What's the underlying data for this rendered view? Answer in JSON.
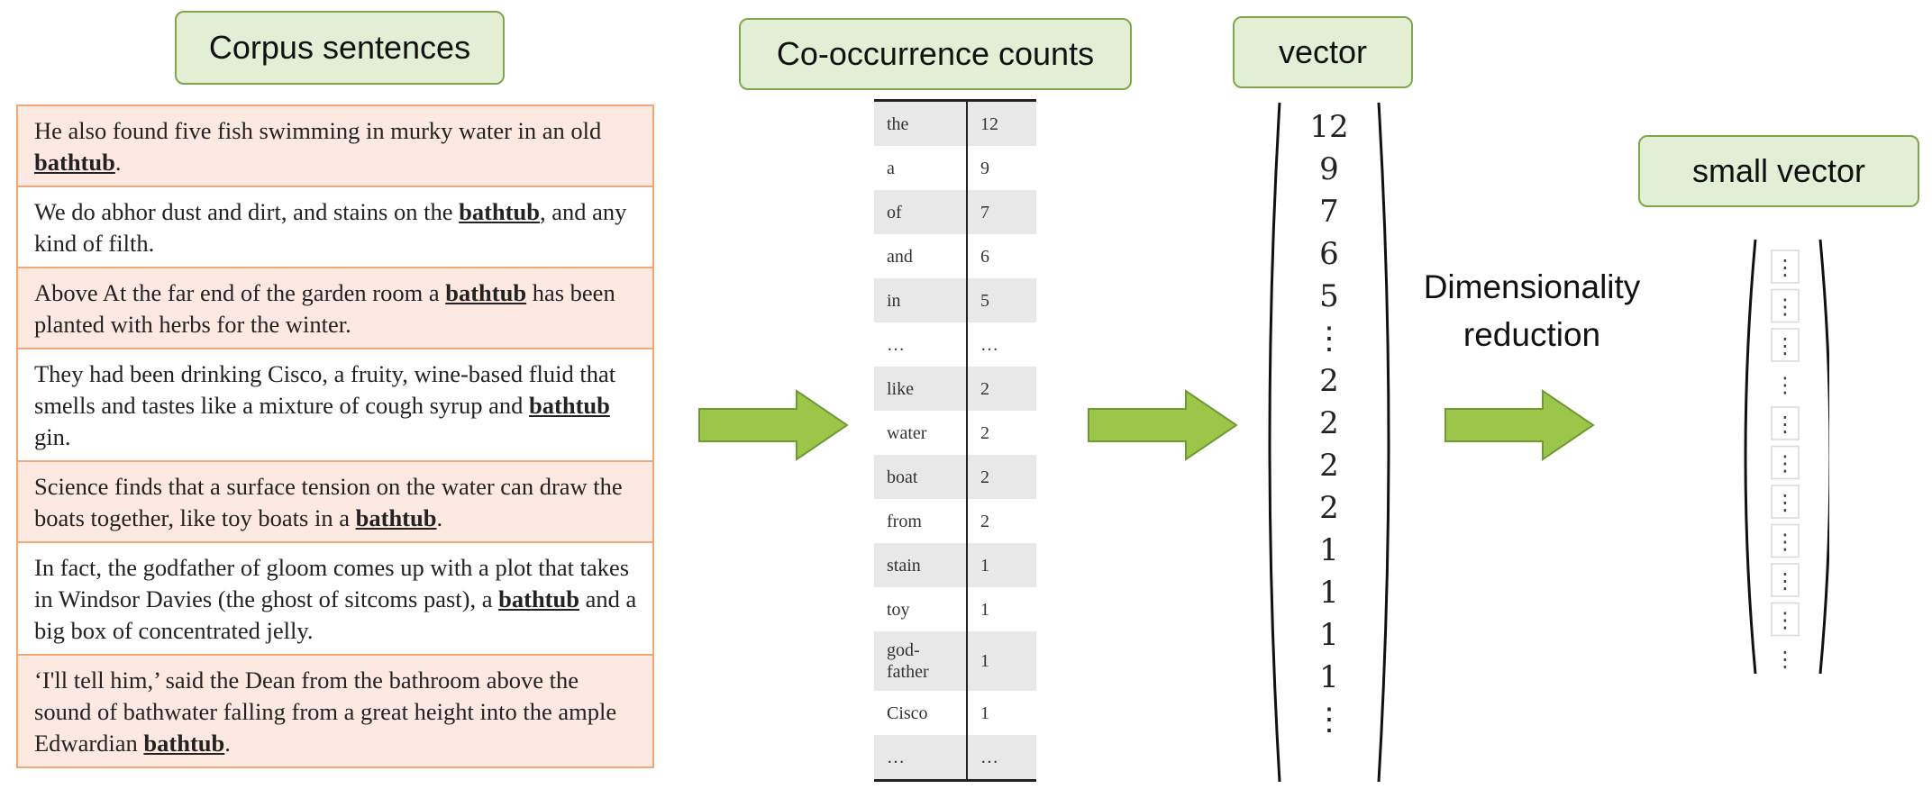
{
  "labels": {
    "corpus": "Corpus sentences",
    "cooc": "Co-occurrence counts",
    "vector": "vector",
    "small": "small vector"
  },
  "sentences": [
    {
      "before": "He also found five fish swimming in murky water in an old ",
      "keyword": "bathtub",
      "after": "."
    },
    {
      "before": "We do abhor dust and dirt, and stains on the ",
      "keyword": "bathtub",
      "after": ", and any kind of filth."
    },
    {
      "before": "Above At the far end of the garden room a ",
      "keyword": "bathtub",
      "after": " has been planted with herbs for the winter."
    },
    {
      "before": "They had been drinking Cisco, a fruity, wine-based fluid that smells and tastes like a mixture of cough syrup and ",
      "keyword": "bathtub",
      "after": " gin."
    },
    {
      "before": "Science finds that a surface tension on the water can draw the boats together, like toy boats in a ",
      "keyword": "bathtub",
      "after": "."
    },
    {
      "before": "In fact, the godfather of gloom comes up with a plot that takes in Windsor Davies (the ghost of sitcoms past), a ",
      "keyword": "bathtub",
      "after": " and a big box of concentrated jelly."
    },
    {
      "before": "‘I'll tell him,’ said the Dean from the bathroom above the sound of bathwater falling from a great height into the ample Edwardian ",
      "keyword": "bathtub",
      "after": "."
    }
  ],
  "cooccurrence": {
    "rows": [
      {
        "word": "the",
        "count": "12"
      },
      {
        "word": "a",
        "count": "9"
      },
      {
        "word": "of",
        "count": "7"
      },
      {
        "word": "and",
        "count": "6"
      },
      {
        "word": "in",
        "count": "5"
      },
      {
        "word": "…",
        "count": "…"
      },
      {
        "word": "like",
        "count": "2"
      },
      {
        "word": "water",
        "count": "2"
      },
      {
        "word": "boat",
        "count": "2"
      },
      {
        "word": "from",
        "count": "2"
      },
      {
        "word": "stain",
        "count": "1"
      },
      {
        "word": "toy",
        "count": "1"
      },
      {
        "word": "god-father",
        "count": "1"
      },
      {
        "word": "Cisco",
        "count": "1"
      },
      {
        "word": "…",
        "count": "…"
      }
    ]
  },
  "vector": {
    "entries": [
      "12",
      "9",
      "7",
      "6",
      "5",
      "⋮",
      "2",
      "2",
      "2",
      "2",
      "1",
      "1",
      "1",
      "1",
      "⋮"
    ]
  },
  "dimensionality_text": [
    "Dimensionality",
    "reduction"
  ],
  "small_vector": {
    "entries": [
      "⋮",
      "⋮",
      "⋮",
      "⋮",
      "⋮",
      "⋮",
      "⋮",
      "⋮",
      "⋮",
      "⋮",
      "⋮"
    ]
  },
  "colors": {
    "label_fill": "#e2efd4",
    "label_border": "#7fa64a",
    "arrow_fill": "#9cc64a",
    "arrow_stroke": "#6e9a33",
    "sentence_shade": "#fde9e1",
    "sentence_border": "#f0a878",
    "table_shade": "#e8e8e8"
  }
}
